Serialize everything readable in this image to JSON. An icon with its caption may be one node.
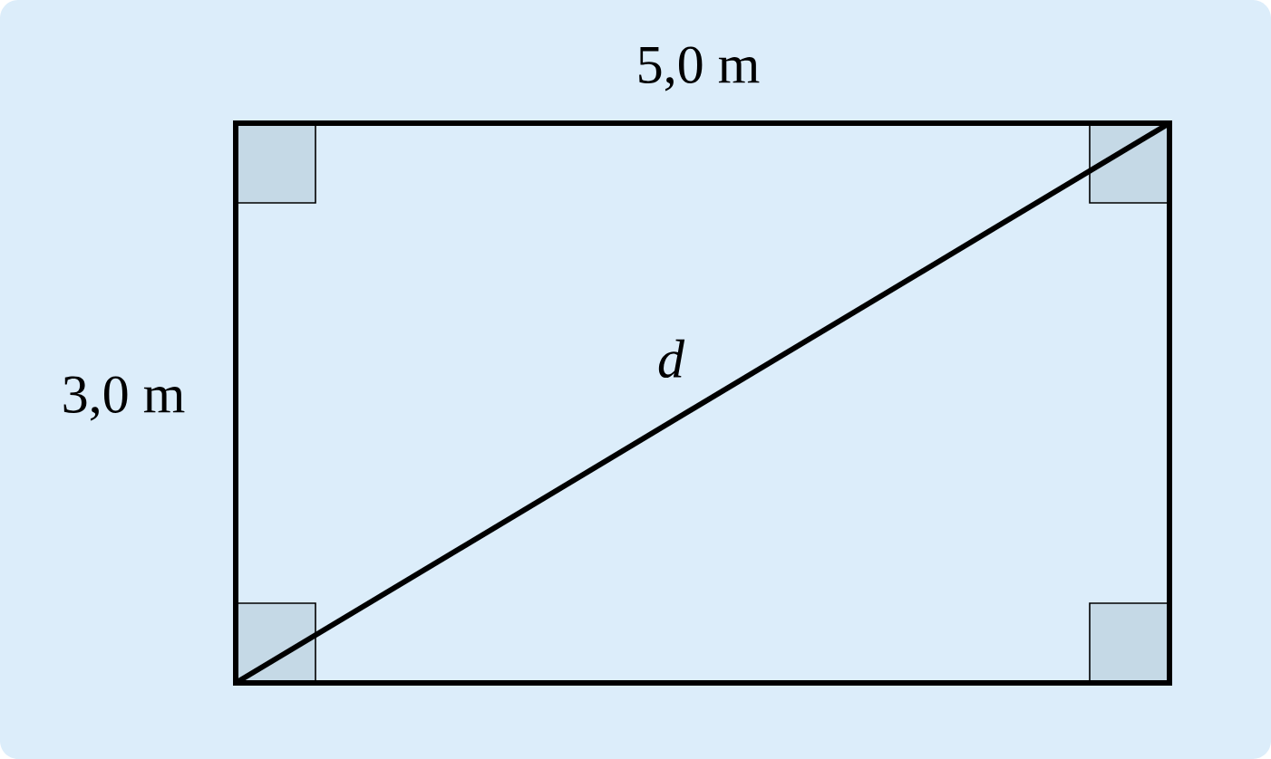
{
  "diagram": {
    "labels": [
      "5,0 m",
      "3,0 m",
      "d"
    ]
  }
}
